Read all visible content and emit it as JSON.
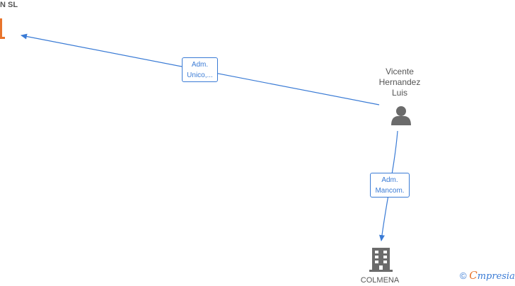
{
  "nodes": {
    "company_top": {
      "label": "N  SL",
      "color": "#e8742c"
    },
    "person": {
      "name_lines": [
        "Vicente",
        "Hernandez",
        "Luis"
      ],
      "color": "#6b6b6b"
    },
    "company_bottom": {
      "label": "COLMENA",
      "color": "#6b6b6b"
    }
  },
  "edges": [
    {
      "label_lines": [
        "Adm.",
        "Unico,..."
      ]
    },
    {
      "label_lines": [
        "Adm.",
        "Mancom."
      ]
    }
  ],
  "edge_color": "#3a7bd5",
  "watermark": {
    "symbol": "©",
    "brand_first": "C",
    "brand_rest": "mpresia"
  }
}
